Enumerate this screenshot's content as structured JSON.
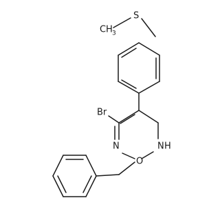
{
  "molecule": {
    "atoms": {
      "methyl_c": "C",
      "methyl_h": "H",
      "methyl_h_count": "3",
      "sulfur": "S",
      "bromine": "Br",
      "ring_n": "N",
      "nh_n": "N",
      "nh_h": "H",
      "oxygen": "O"
    }
  }
}
